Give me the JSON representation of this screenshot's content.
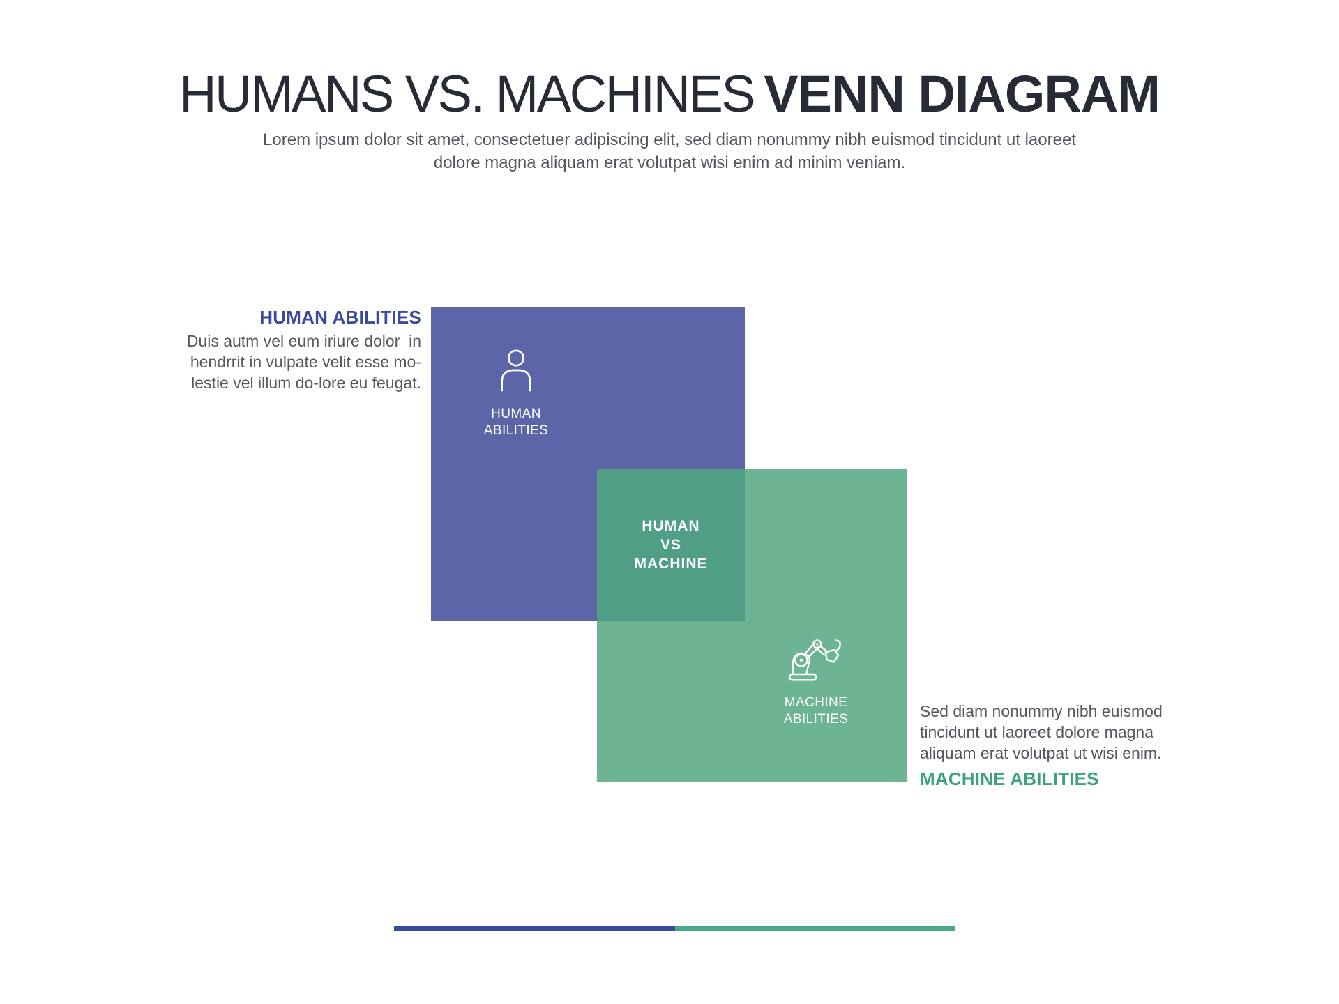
{
  "colors": {
    "human_square": "#5b65a8",
    "machine_square": "#6cb493",
    "overlap_square": "#4f9e85",
    "human_accent": "#3b4a9e",
    "machine_accent": "#3da17f",
    "title_text": "#262b35",
    "body_text": "#55585e",
    "divider_blue": "#3a4c9d",
    "divider_green": "#47aa82"
  },
  "header": {
    "title_regular": "HUMANS VS. MACHINES",
    "title_bold": "VENN DIAGRAM",
    "subtitle_lines": [
      "Lorem ipsum dolor sit amet, consectetuer adipiscing elit, sed diam nonummy nibh euismod tincidunt ut laoreet",
      "dolore magna aliquam erat volutpat wisi enim ad minim veniam."
    ]
  },
  "venn": {
    "human_square": {
      "icon": "person-icon",
      "label_lines": [
        "HUMAN",
        "ABILITIES"
      ]
    },
    "overlap": {
      "label_lines": [
        "HUMAN",
        "VS",
        "MACHINE"
      ]
    },
    "machine_square": {
      "icon": "robot-arm-icon",
      "label_lines": [
        "MACHINE",
        "ABILITIES"
      ]
    }
  },
  "left_callout": {
    "heading": "HUMAN ABILITIES",
    "body_lines": [
      "Duis autm vel eum iriure dolor  in",
      "hendrrit in vulpate velit esse mo-",
      "lestie vel illum do-lore eu feugat."
    ]
  },
  "right_callout": {
    "heading": "MACHINE ABILITIES",
    "body_lines": [
      "Sed diam nonummy nibh euismod",
      "tincidunt ut laoreet dolore magna",
      "aliquam erat volutpat ut wisi enim."
    ]
  }
}
